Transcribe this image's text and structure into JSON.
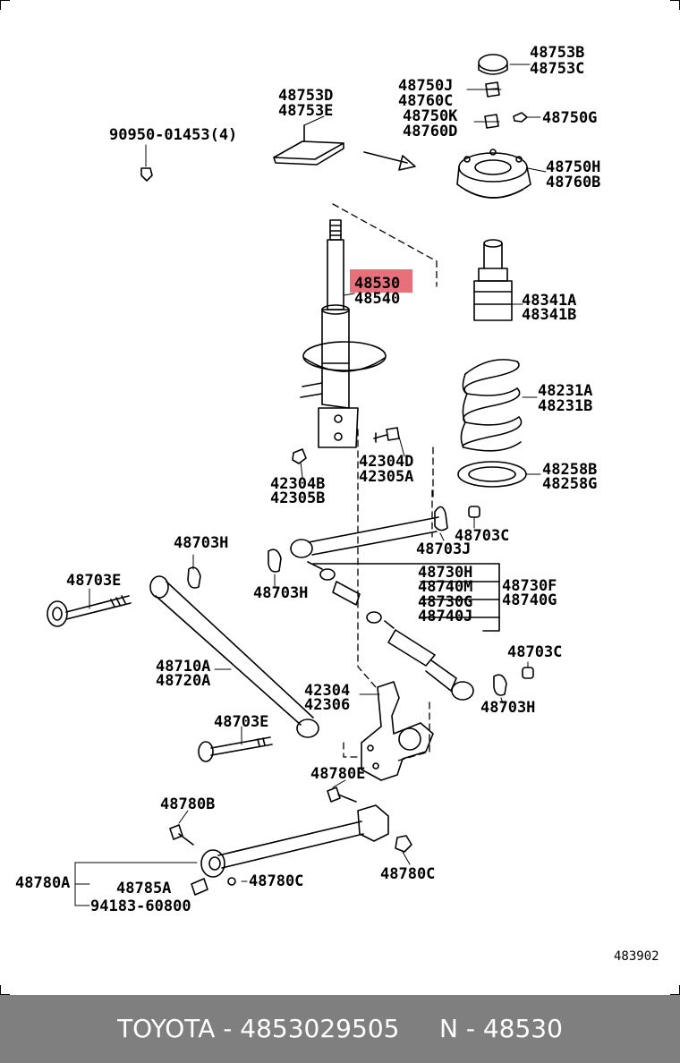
{
  "highlight_color": "#e8707a",
  "labels": {
    "l48753B": "48753B",
    "l48753C": "48753C",
    "l48750J": "48750J",
    "l48760C": "48760C",
    "l48750K": "48750K",
    "l48760D": "48760D",
    "l48750G": "48750G",
    "l48753D": "48753D",
    "l48753E": "48753E",
    "l90950": "90950-01453(4)",
    "l48750H": "48750H",
    "l48760B": "48760B",
    "l48530": "48530",
    "l48540": "48540",
    "l48341A": "48341A",
    "l48341B": "48341B",
    "l48231A": "48231A",
    "l48231B": "48231B",
    "l42304D": "42304D",
    "l42305A": "42305A",
    "l42304B": "42304B",
    "l42305B": "42305B",
    "l48258B": "48258B",
    "l48258G": "48258G",
    "l48703C_a": "48703C",
    "l48703J": "48703J",
    "l48703H_a": "48703H",
    "l48703H_b": "48703H",
    "l48703E_a": "48703E",
    "l48730H": "48730H",
    "l48740M": "48740M",
    "l48730F": "48730F",
    "l48740G": "48740G",
    "l48730G": "48730G",
    "l48740J": "48740J",
    "l48710A": "48710A",
    "l48720A": "48720A",
    "l48703C_b": "48703C",
    "l42304": "42304",
    "l42306": "42306",
    "l48703H_c": "48703H",
    "l48703E_b": "48703E",
    "l48780E": "48780E",
    "l48780B": "48780B",
    "l48780A": "48780A",
    "l48785A": "48785A",
    "l48780C_a": "48780C",
    "l48780C_b": "48780C",
    "l94183": "94183-60800",
    "figure_code": "483902"
  },
  "footer": {
    "brand": "TOYOTA",
    "part_number": "4853029505",
    "ref_prefix": "N",
    "ref_number": "48530"
  }
}
